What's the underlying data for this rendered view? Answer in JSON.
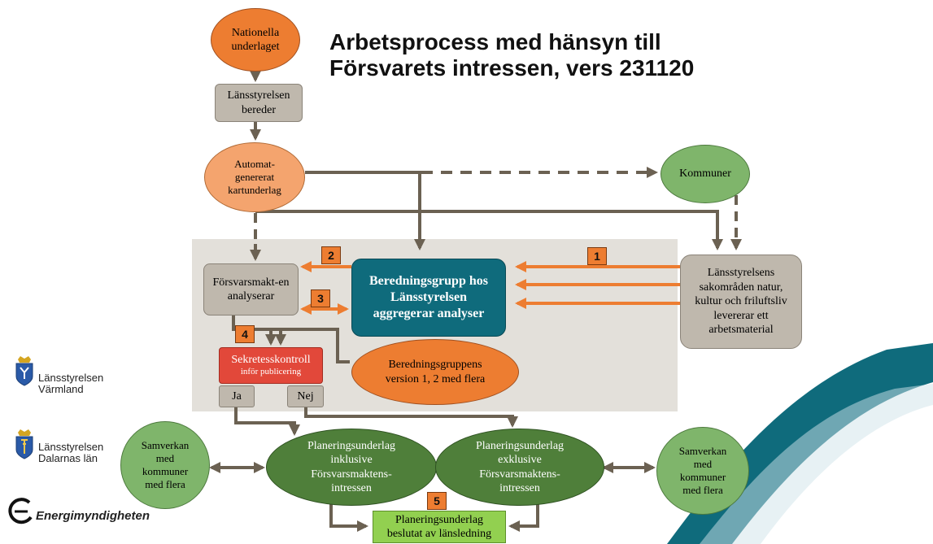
{
  "title": {
    "line1": "Arbetsprocess med hänsyn till",
    "line2": "Försvarets intressen, vers 231120"
  },
  "nodes": {
    "nationella": "Nationella underlaget",
    "bereder": "Länsstyrelsen bereder",
    "automat": "Automat-genererat kartunderlag",
    "kommuner": "Kommuner",
    "forsvar": "Försvarsmakt-en analyserar",
    "beredning": "Beredningsgrupp hos Länsstyrelsen aggregerar analyser",
    "sakomraden": "Länsstyrelsens sakområden natur, kultur och friluftsliv levererar ett arbetsmaterial",
    "sekretess_title": "Sekretesskontroll",
    "sekretess_sub": "inför publicering",
    "versioner": "Beredningsgruppens version 1, 2 med flera",
    "ja": "Ja",
    "nej": "Nej",
    "samverkan_left": "Samverkan med kommuner med flera",
    "samverkan_right": "Samverkan med kommuner med flera",
    "plan_inkl": "Planeringsunderlag inklusive Försvarsmaktens-intressen",
    "plan_exkl": "Planeringsunderlag exklusive Försvarsmaktens-intressen",
    "beslutat": "Planeringsunderlag beslutat av länsledning"
  },
  "steps": [
    "1",
    "2",
    "3",
    "4",
    "5"
  ],
  "logos": {
    "varmland_1": "Länsstyrelsen",
    "varmland_2": "Värmland",
    "dalarna_1": "Länsstyrelsen",
    "dalarna_2": "Dalarnas län",
    "energi": "Energimyndigheten"
  },
  "colors": {
    "orange_dark": "#ed7d31",
    "orange_light": "#f4a46e",
    "teal": "#0f6b7c",
    "green_dark": "#4f7f3a",
    "green_light": "#7fb56b",
    "green_bright": "#92d050",
    "red": "#e2483a",
    "gray_box": "#bfb8ad",
    "panel": "#e3e0da",
    "arrow_gray": "#6b6152",
    "arrow_orange": "#ed7d31"
  }
}
